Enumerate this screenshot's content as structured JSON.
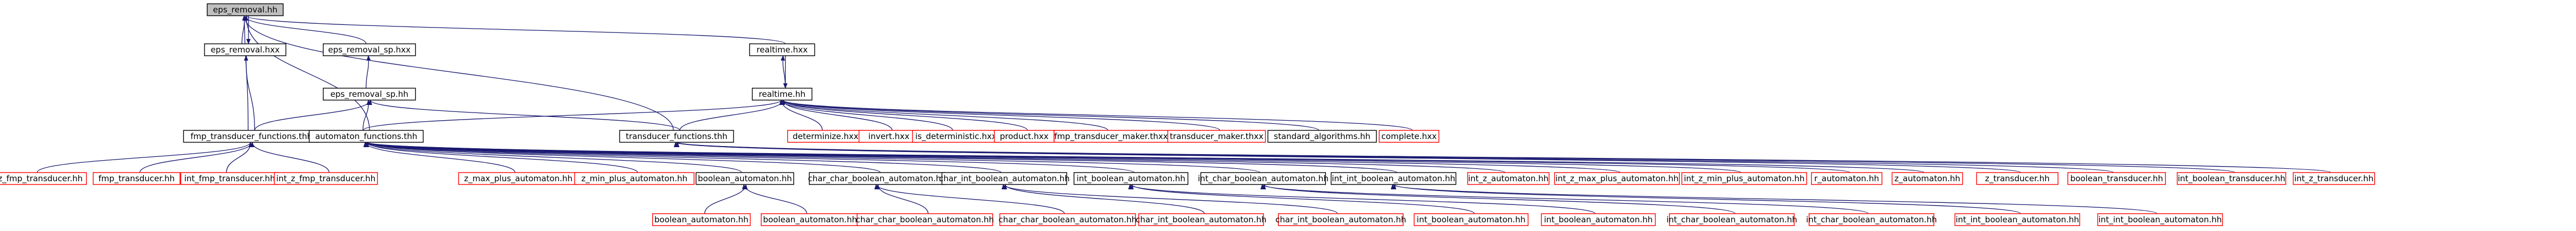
{
  "colors": {
    "edge": "#191970",
    "node_text": "#000000",
    "node_border_normal": "#000000",
    "node_border_missing": "#ff0000",
    "node_fill_normal": "#ffffff",
    "node_fill_root": "#bfbfbf"
  },
  "nodes": [
    {
      "id": "eps_removal_hh",
      "label": "eps_removal.hh",
      "kind": "root"
    },
    {
      "id": "eps_removal_hxx",
      "label": "eps_removal.hxx",
      "kind": "normal"
    },
    {
      "id": "eps_removal_sp_hxx",
      "label": "eps_removal_sp.hxx",
      "kind": "normal"
    },
    {
      "id": "realtime_hxx",
      "label": "realtime.hxx",
      "kind": "normal"
    },
    {
      "id": "eps_removal_sp_hh",
      "label": "eps_removal_sp.hh",
      "kind": "normal"
    },
    {
      "id": "realtime_hh",
      "label": "realtime.hh",
      "kind": "normal"
    },
    {
      "id": "fmp_transducer_functions_thh",
      "label": "fmp_transducer_functions.thh",
      "kind": "normal"
    },
    {
      "id": "automaton_functions_thh",
      "label": "automaton_functions.thh",
      "kind": "normal"
    },
    {
      "id": "transducer_functions_thh",
      "label": "transducer_functions.thh",
      "kind": "normal"
    },
    {
      "id": "determinize_hxx",
      "label": "determinize.hxx",
      "kind": "missing"
    },
    {
      "id": "invert_hxx",
      "label": "invert.hxx",
      "kind": "missing"
    },
    {
      "id": "is_deterministic_hxx",
      "label": "is_deterministic.hxx",
      "kind": "missing"
    },
    {
      "id": "product_hxx",
      "label": "product.hxx",
      "kind": "missing"
    },
    {
      "id": "fmp_transducer_maker_thxx",
      "label": "fmp_transducer_maker.thxx",
      "kind": "missing"
    },
    {
      "id": "transducer_maker_thxx",
      "label": "transducer_maker.thxx",
      "kind": "missing"
    },
    {
      "id": "standard_algorithms_hh",
      "label": "standard_algorithms.hh",
      "kind": "normal"
    },
    {
      "id": "complete_hxx",
      "label": "complete.hxx",
      "kind": "missing"
    },
    {
      "id": "z_fmp_transducer_hh",
      "label": "z_fmp_transducer.hh",
      "kind": "missing"
    },
    {
      "id": "fmp_transducer_hh",
      "label": "fmp_transducer.hh",
      "kind": "missing"
    },
    {
      "id": "int_fmp_transducer_hh",
      "label": "int_fmp_transducer.hh",
      "kind": "missing"
    },
    {
      "id": "int_z_fmp_transducer_hh",
      "label": "int_z_fmp_transducer.hh",
      "kind": "missing"
    },
    {
      "id": "z_max_plus_automaton_hh",
      "label": "z_max_plus_automaton.hh",
      "kind": "missing"
    },
    {
      "id": "z_min_plus_automaton_hh",
      "label": "z_min_plus_automaton.hh",
      "kind": "missing"
    },
    {
      "id": "boolean_automaton_hh",
      "label": "boolean_automaton.hh",
      "kind": "normal"
    },
    {
      "id": "char_char_boolean_automaton_hh",
      "label": "char_char_boolean_automaton.hh",
      "kind": "normal"
    },
    {
      "id": "char_int_boolean_automaton_hh",
      "label": "char_int_boolean_automaton.hh",
      "kind": "normal"
    },
    {
      "id": "int_boolean_automaton_hh",
      "label": "int_boolean_automaton.hh",
      "kind": "normal"
    },
    {
      "id": "int_char_boolean_automaton_hh",
      "label": "int_char_boolean_automaton.hh",
      "kind": "normal"
    },
    {
      "id": "int_int_boolean_automaton_hh",
      "label": "int_int_boolean_automaton.hh",
      "kind": "normal"
    },
    {
      "id": "int_z_automaton_hh",
      "label": "int_z_automaton.hh",
      "kind": "missing"
    },
    {
      "id": "int_z_max_plus_automaton_hh",
      "label": "int_z_max_plus_automaton.hh",
      "kind": "missing"
    },
    {
      "id": "int_z_min_plus_automaton_hh",
      "label": "int_z_min_plus_automaton.hh",
      "kind": "missing"
    },
    {
      "id": "r_automaton_hh",
      "label": "r_automaton.hh",
      "kind": "missing"
    },
    {
      "id": "z_automaton_hh",
      "label": "z_automaton.hh",
      "kind": "missing"
    },
    {
      "id": "z_transducer_hh",
      "label": "z_transducer.hh",
      "kind": "missing"
    },
    {
      "id": "boolean_transducer_hh",
      "label": "boolean_transducer.hh",
      "kind": "missing"
    },
    {
      "id": "int_boolean_transducer_hh",
      "label": "int_boolean_transducer.hh",
      "kind": "missing"
    },
    {
      "id": "int_z_transducer_hh",
      "label": "int_z_transducer.hh",
      "kind": "missing"
    },
    {
      "id": "boolean_automaton_hh_r1",
      "label": "boolean_automaton.hh",
      "kind": "missing"
    },
    {
      "id": "boolean_automaton_hh_r2",
      "label": "boolean_automaton.hh",
      "kind": "missing"
    },
    {
      "id": "char_char_boolean_automaton_hh_r1",
      "label": "char_char_boolean_automaton.hh",
      "kind": "missing"
    },
    {
      "id": "char_char_boolean_automaton_hh_r2",
      "label": "char_char_boolean_automaton.hh",
      "kind": "missing"
    },
    {
      "id": "char_int_boolean_automaton_hh_r1",
      "label": "char_int_boolean_automaton.hh",
      "kind": "missing"
    },
    {
      "id": "char_int_boolean_automaton_hh_r2",
      "label": "char_int_boolean_automaton.hh",
      "kind": "missing"
    },
    {
      "id": "int_boolean_automaton_hh_r1",
      "label": "int_boolean_automaton.hh",
      "kind": "missing"
    },
    {
      "id": "int_boolean_automaton_hh_r2",
      "label": "int_boolean_automaton.hh",
      "kind": "missing"
    },
    {
      "id": "int_char_boolean_automaton_hh_r1",
      "label": "int_char_boolean_automaton.hh",
      "kind": "missing"
    },
    {
      "id": "int_char_boolean_automaton_hh_r2",
      "label": "int_char_boolean_automaton.hh",
      "kind": "missing"
    },
    {
      "id": "int_int_boolean_automaton_hh_r1",
      "label": "int_int_boolean_automaton.hh",
      "kind": "missing"
    },
    {
      "id": "int_int_boolean_automaton_hh_r2",
      "label": "int_int_boolean_automaton.hh",
      "kind": "missing"
    }
  ],
  "edges": [
    [
      "eps_removal_hxx",
      "eps_removal_hh"
    ],
    [
      "eps_removal_hh",
      "eps_removal_hxx"
    ],
    [
      "eps_removal_sp_hxx",
      "eps_removal_hh"
    ],
    [
      "realtime_hxx",
      "eps_removal_hh"
    ],
    [
      "fmp_transducer_functions_thh",
      "eps_removal_hh"
    ],
    [
      "automaton_functions_thh",
      "eps_removal_hh"
    ],
    [
      "transducer_functions_thh",
      "eps_removal_hh"
    ],
    [
      "fmp_transducer_functions_thh",
      "eps_removal_hxx"
    ],
    [
      "eps_removal_sp_hh",
      "eps_removal_sp_hxx"
    ],
    [
      "realtime_hh",
      "realtime_hxx"
    ],
    [
      "realtime_hxx",
      "realtime_hh"
    ],
    [
      "fmp_transducer_functions_thh",
      "eps_removal_sp_hh"
    ],
    [
      "automaton_functions_thh",
      "eps_removal_sp_hh"
    ],
    [
      "transducer_functions_thh",
      "eps_removal_sp_hh"
    ],
    [
      "automaton_functions_thh",
      "realtime_hh"
    ],
    [
      "transducer_functions_thh",
      "realtime_hh"
    ],
    [
      "determinize_hxx",
      "realtime_hh"
    ],
    [
      "invert_hxx",
      "realtime_hh"
    ],
    [
      "is_deterministic_hxx",
      "realtime_hh"
    ],
    [
      "product_hxx",
      "realtime_hh"
    ],
    [
      "fmp_transducer_maker_thxx",
      "realtime_hh"
    ],
    [
      "transducer_maker_thxx",
      "realtime_hh"
    ],
    [
      "standard_algorithms_hh",
      "realtime_hh"
    ],
    [
      "complete_hxx",
      "realtime_hh"
    ],
    [
      "z_fmp_transducer_hh",
      "fmp_transducer_functions_thh"
    ],
    [
      "fmp_transducer_hh",
      "fmp_transducer_functions_thh"
    ],
    [
      "int_fmp_transducer_hh",
      "fmp_transducer_functions_thh"
    ],
    [
      "int_z_fmp_transducer_hh",
      "fmp_transducer_functions_thh"
    ],
    [
      "z_max_plus_automaton_hh",
      "automaton_functions_thh"
    ],
    [
      "z_min_plus_automaton_hh",
      "automaton_functions_thh"
    ],
    [
      "boolean_automaton_hh",
      "automaton_functions_thh"
    ],
    [
      "char_char_boolean_automaton_hh",
      "automaton_functions_thh"
    ],
    [
      "char_int_boolean_automaton_hh",
      "automaton_functions_thh"
    ],
    [
      "int_boolean_automaton_hh",
      "automaton_functions_thh"
    ],
    [
      "int_char_boolean_automaton_hh",
      "automaton_functions_thh"
    ],
    [
      "int_int_boolean_automaton_hh",
      "automaton_functions_thh"
    ],
    [
      "int_z_automaton_hh",
      "automaton_functions_thh"
    ],
    [
      "int_z_max_plus_automaton_hh",
      "automaton_functions_thh"
    ],
    [
      "int_z_min_plus_automaton_hh",
      "automaton_functions_thh"
    ],
    [
      "r_automaton_hh",
      "automaton_functions_thh"
    ],
    [
      "z_automaton_hh",
      "automaton_functions_thh"
    ],
    [
      "z_transducer_hh",
      "transducer_functions_thh"
    ],
    [
      "boolean_transducer_hh",
      "transducer_functions_thh"
    ],
    [
      "int_boolean_transducer_hh",
      "transducer_functions_thh"
    ],
    [
      "int_z_transducer_hh",
      "transducer_functions_thh"
    ],
    [
      "boolean_automaton_hh_r1",
      "boolean_automaton_hh"
    ],
    [
      "boolean_automaton_hh_r2",
      "boolean_automaton_hh"
    ],
    [
      "char_char_boolean_automaton_hh_r1",
      "char_char_boolean_automaton_hh"
    ],
    [
      "char_char_boolean_automaton_hh_r2",
      "char_char_boolean_automaton_hh"
    ],
    [
      "char_int_boolean_automaton_hh_r1",
      "char_int_boolean_automaton_hh"
    ],
    [
      "char_int_boolean_automaton_hh_r2",
      "char_int_boolean_automaton_hh"
    ],
    [
      "int_boolean_automaton_hh_r1",
      "int_boolean_automaton_hh"
    ],
    [
      "int_boolean_automaton_hh_r2",
      "int_boolean_automaton_hh"
    ],
    [
      "int_char_boolean_automaton_hh_r1",
      "int_char_boolean_automaton_hh"
    ],
    [
      "int_char_boolean_automaton_hh_r2",
      "int_char_boolean_automaton_hh"
    ],
    [
      "int_int_boolean_automaton_hh_r1",
      "int_int_boolean_automaton_hh"
    ],
    [
      "int_int_boolean_automaton_hh_r2",
      "int_int_boolean_automaton_hh"
    ]
  ]
}
